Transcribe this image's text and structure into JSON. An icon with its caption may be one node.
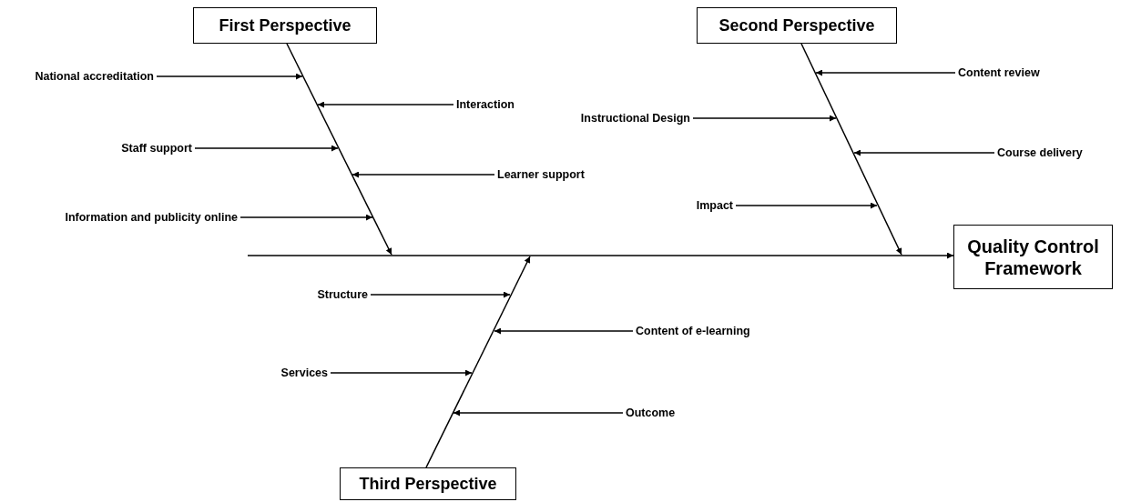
{
  "diagram": {
    "nodes": [
      {
        "text": [
          "First  Perspective"
        ]
      },
      {
        "text": [
          "Second Perspective"
        ]
      },
      {
        "text": [
          "Third Perspective"
        ]
      },
      {
        "text": [
          "Quality Control Framework"
        ]
      },
      {
        "text": [
          "National accreditation"
        ]
      },
      {
        "text": [
          "Interaction"
        ]
      },
      {
        "text": [
          "Staff support"
        ]
      },
      {
        "text": [
          "Learner support"
        ]
      },
      {
        "text": [
          "Information and publicity online"
        ]
      },
      {
        "text": [
          "Content review"
        ]
      },
      {
        "text": [
          "Instructional Design"
        ]
      },
      {
        "text": [
          "Course delivery"
        ]
      },
      {
        "text": [
          "Impact"
        ]
      },
      {
        "text": [
          "Structure"
        ]
      },
      {
        "text": [
          "Content of e-learning"
        ]
      },
      {
        "text": [
          "Services"
        ]
      },
      {
        "text": [
          "Outcome"
        ]
      }
    ],
    "edges": [
      {
        "from": 4,
        "to": null,
        "arrow": "to"
      },
      {
        "from": 5,
        "to": null,
        "arrow": "to"
      },
      {
        "from": 6,
        "to": null,
        "arrow": "to"
      },
      {
        "from": 7,
        "to": null,
        "arrow": "to"
      },
      {
        "from": 8,
        "to": null,
        "arrow": "to"
      },
      {
        "from": 9,
        "to": null,
        "arrow": "to"
      },
      {
        "from": 10,
        "to": null,
        "arrow": "to"
      },
      {
        "from": 11,
        "to": null,
        "arrow": "to"
      },
      {
        "from": 12,
        "to": null,
        "arrow": "to"
      },
      {
        "from": 13,
        "to": null,
        "arrow": "to"
      },
      {
        "from": 14,
        "to": null,
        "arrow": "to"
      },
      {
        "from": 15,
        "to": null,
        "arrow": "to"
      },
      {
        "from": 16,
        "to": null,
        "arrow": "to"
      },
      {
        "from": 0,
        "to": null,
        "arrow": "to"
      },
      {
        "from": 1,
        "to": null,
        "arrow": "to"
      },
      {
        "from": 2,
        "to": null,
        "arrow": "to"
      },
      {
        "from": null,
        "to": 3,
        "arrow": "to"
      }
    ]
  }
}
